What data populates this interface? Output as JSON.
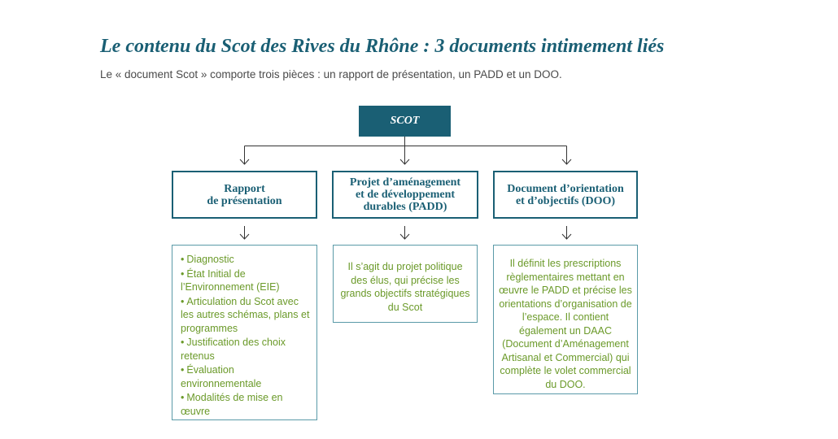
{
  "header": {
    "title": "Le contenu du Scot des Rives du Rhône : 3 documents intimement liés",
    "subtitle": "Le « document Scot » comporte trois pièces : un rapport de présentation, un PADD et un DOO."
  },
  "root": {
    "label": "SCOT"
  },
  "documents": [
    {
      "label": "Rapport\nde présentation",
      "bullet": "•",
      "items": [
        "Diagnostic",
        "État Initial de l’Environnement (EIE)",
        "Articulation du Scot avec les autres schémas, plans et programmes",
        "Justification des choix retenus",
        "Évaluation environnementale",
        "Modalités de mise en œuvre"
      ]
    },
    {
      "label": "Projet d’aménagement\net de développement\ndurables (PADD)",
      "description": "Il s’agit du projet politique des élus, qui précise les grands objectifs stratégiques du Scot"
    },
    {
      "label": "Document d’orientation\net d’objectifs (DOO)",
      "description": "Il définit les prescriptions règlementaires mettant en œuvre le PADD et précise les orientations d’organisation de l’espace. Il contient également un DAAC (Document d’Aménagement Artisanal et Commercial) qui complète le volet commercial du DOO."
    }
  ],
  "colors": {
    "primary": "#1a5f74",
    "text_green": "#6b9a2a",
    "connector": "#333333"
  }
}
